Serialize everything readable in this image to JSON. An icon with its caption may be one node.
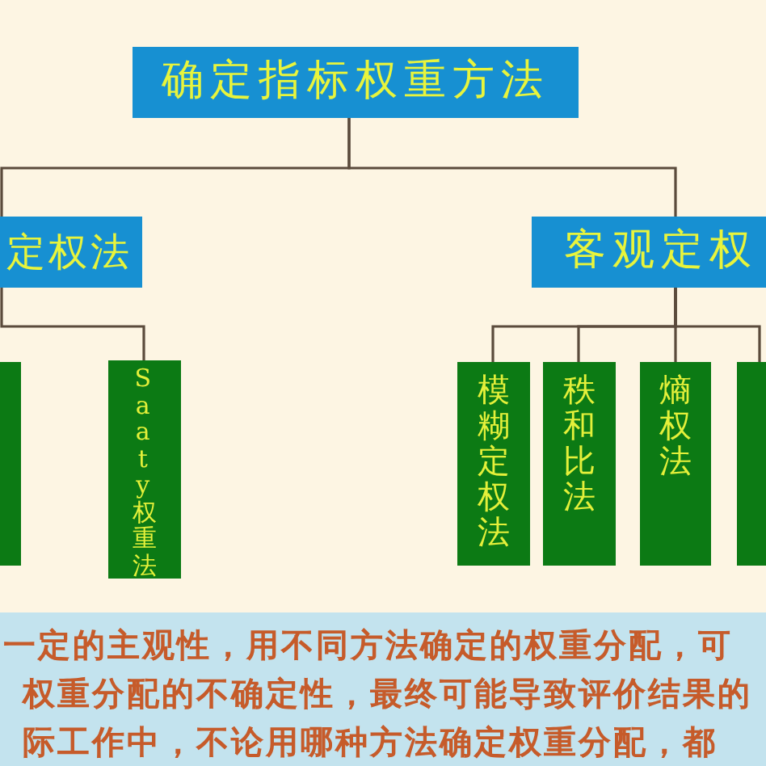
{
  "diagram": {
    "nodes": [
      {
        "text": [
          "确定指标权重方法"
        ]
      },
      {
        "text": [
          "定权法"
        ]
      },
      {
        "text": [
          "客观定权"
        ]
      },
      {
        "text": [],
        "shape": "box"
      },
      {
        "text": [
          "Saaty权重法"
        ]
      },
      {
        "text": [
          "模糊定权法"
        ]
      },
      {
        "text": [
          "秩和比法"
        ]
      },
      {
        "text": [
          "熵权法"
        ]
      },
      {
        "text": [],
        "shape": "box"
      },
      {
        "text": [
          "一定的主观性，用不同方法确定的权重分配，可",
          "权重分配的不确定性，最终可能导致评价结果的",
          "际工作中，不论用哪种方法确定权重分配，都"
        ]
      }
    ],
    "edges": [
      {
        "from": 0,
        "to": 1,
        "arrow": "none"
      },
      {
        "from": 0,
        "to": 2,
        "arrow": "none"
      },
      {
        "from": 1,
        "to": 4,
        "arrow": "none"
      },
      {
        "from": 2,
        "to": 5,
        "arrow": "none"
      },
      {
        "from": 2,
        "to": 6,
        "arrow": "none"
      },
      {
        "from": 2,
        "to": 7,
        "arrow": "none"
      },
      {
        "from": 2,
        "to": 8,
        "arrow": "none"
      }
    ]
  }
}
